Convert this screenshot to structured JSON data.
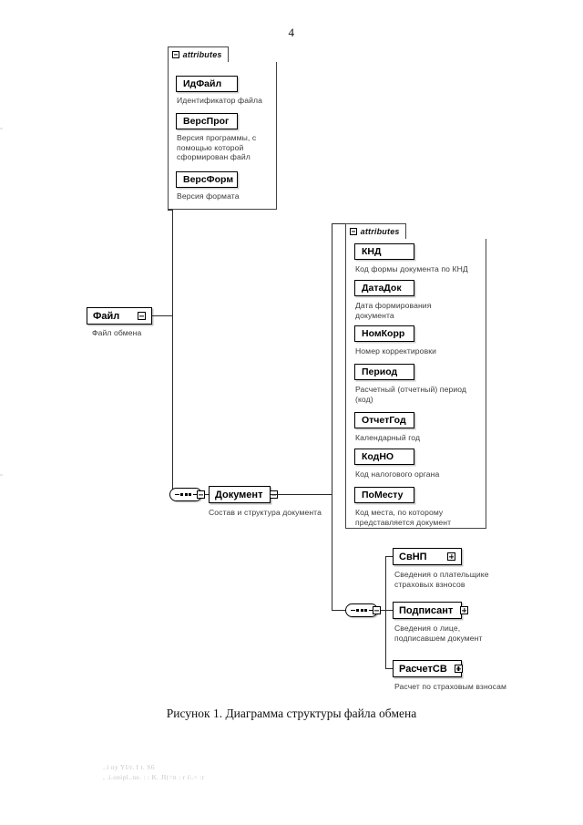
{
  "document": {
    "page_number": "4",
    "caption": "Рисунок 1. Диаграмма структуры файла обмена",
    "footer_artifact": "..i ny YI/r. I t. S6\n, .i.onipl..ne. : : K. JI(=n : r i\\.< :r"
  },
  "diagram": {
    "type": "xsd-structure",
    "attributes_panel_title": "attributes",
    "root": {
      "name": "Файл",
      "label": "Файл",
      "description": "Файл обмена",
      "toggle": "minus-icon"
    },
    "root_attributes": [
      {
        "name": "ИдФайл",
        "description": "Идентификатор файла"
      },
      {
        "name": "ВерсПрог",
        "description": "Версия программы, с\nпомощью которой\nсформирован файл"
      },
      {
        "name": "ВерсФорм",
        "description": "Версия формата"
      }
    ],
    "document_node": {
      "name": "Документ",
      "label": "Документ",
      "description": "Состав и структура документа",
      "toggle": "minus-icon",
      "compositor": "sequence"
    },
    "document_attributes": [
      {
        "name": "КНД",
        "description": "Код формы документа по КНД"
      },
      {
        "name": "ДатаДок",
        "description": "Дата формирования\nдокумента"
      },
      {
        "name": "НомКорр",
        "description": "Номер корректировки"
      },
      {
        "name": "Период",
        "description": "Расчетный (отчетный) период\n(код)"
      },
      {
        "name": "ОтчетГод",
        "description": "Календарный год"
      },
      {
        "name": "КодНО",
        "description": "Код налогового органа"
      },
      {
        "name": "ПоМесту",
        "description": "Код места, по которому\nпредставляется документ"
      }
    ],
    "document_children": [
      {
        "name": "СвНП",
        "description": "Сведения о плательщике\nстраховых взносов",
        "toggle": "plus-icon"
      },
      {
        "name": "Подписант",
        "description": "Сведения о лице,\nподписавшем документ",
        "toggle": "plus-icon"
      },
      {
        "name": "РасчетСВ",
        "description": "Расчет по страховым взносам",
        "toggle": "plus-icon"
      }
    ],
    "colors": {
      "line": "#2b2b2b",
      "box_border": "#000000",
      "panel_border": "#444444",
      "description_text": "#3a3a3a",
      "background": "#ffffff"
    }
  }
}
